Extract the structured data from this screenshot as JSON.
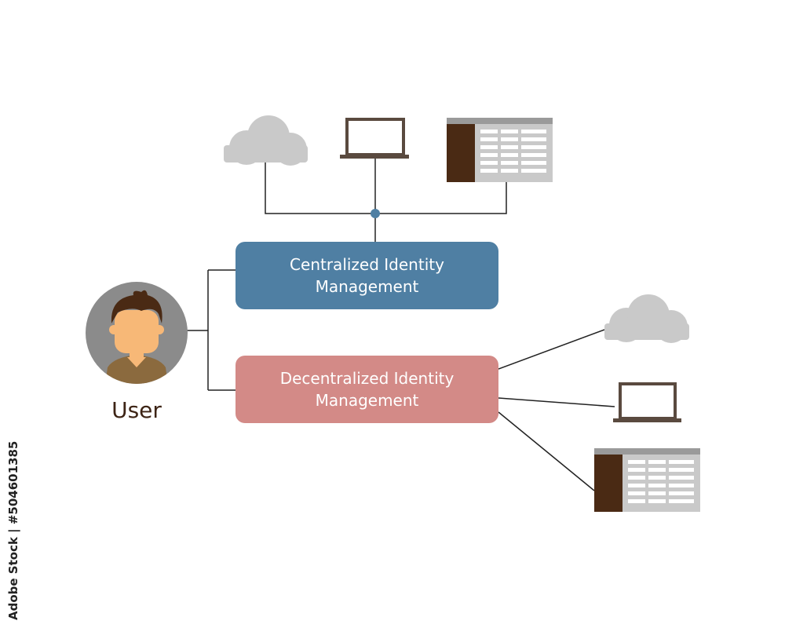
{
  "nodes": {
    "centralized": [
      "Centralized Identity",
      "Management"
    ],
    "decentralized": [
      "Decentralized Identity",
      "Management"
    ],
    "user": "User"
  },
  "watermark": {
    "side_text": "Adobe Stock | #504601385"
  },
  "colors": {
    "centralized_box": "#4f7fa3",
    "decentralized_box": "#d38a87",
    "cloud": "#c9c9c9",
    "dark_brown": "#4a2a14",
    "laptop": "#5a4a3f",
    "connector": "#222222",
    "junction": "#4f7fa3",
    "avatar_bg": "#8b8b8b",
    "skin": "#f7b877",
    "hair": "#4a2a14",
    "shirt": "#8b6a3e"
  },
  "icons": {
    "top": [
      "cloud-icon",
      "laptop-icon",
      "spreadsheet-icon"
    ],
    "right": [
      "cloud-icon",
      "laptop-icon",
      "spreadsheet-icon"
    ],
    "user": "user-avatar-icon"
  }
}
